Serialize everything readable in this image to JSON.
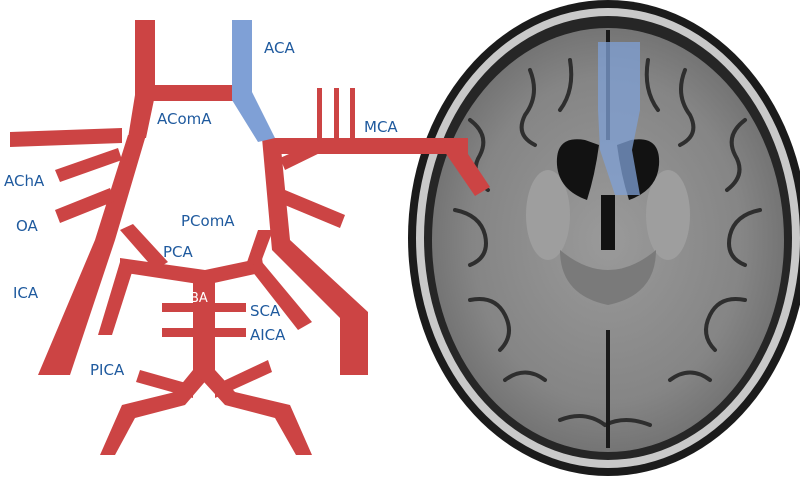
{
  "colors": {
    "artery": "#cc4444",
    "territory": "#7fa0d6",
    "label": "#1f5a9e",
    "label_on_artery": "#ffffff",
    "background": "#ffffff",
    "scan_dark": "#111111",
    "scan_matter": "#8d8d8d"
  },
  "labels": {
    "aca": "ACA",
    "acoma": "AComA",
    "mca": "MCA",
    "acha": "AChA",
    "oa": "OA",
    "pcoma": "PComA",
    "pca": "PCA",
    "ica": "ICA",
    "ba": "BA",
    "sca": "SCA",
    "aica": "AICA",
    "pica": "PICA"
  },
  "highlighted_vessel": "ACA",
  "scan_icon": "axial-brain-mri-icon"
}
